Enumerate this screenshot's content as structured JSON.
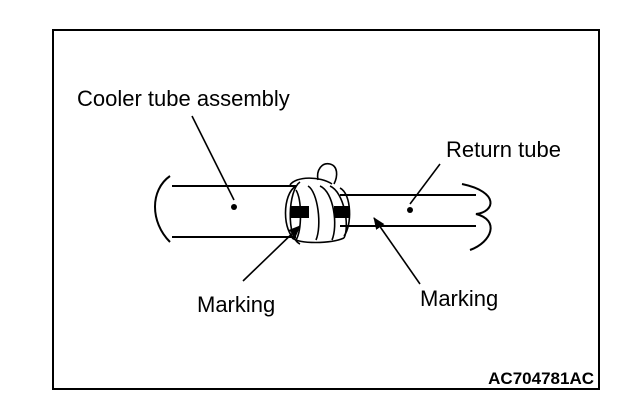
{
  "figure": {
    "labels": {
      "cooler_tube_assembly": "Cooler tube assembly",
      "return_tube": "Return tube",
      "marking_left": "Marking",
      "marking_right": "Marking"
    },
    "figure_code": "AC704781AC"
  },
  "colors": {
    "line": "#000000",
    "background": "#ffffff",
    "marking_fill": "#000000"
  }
}
